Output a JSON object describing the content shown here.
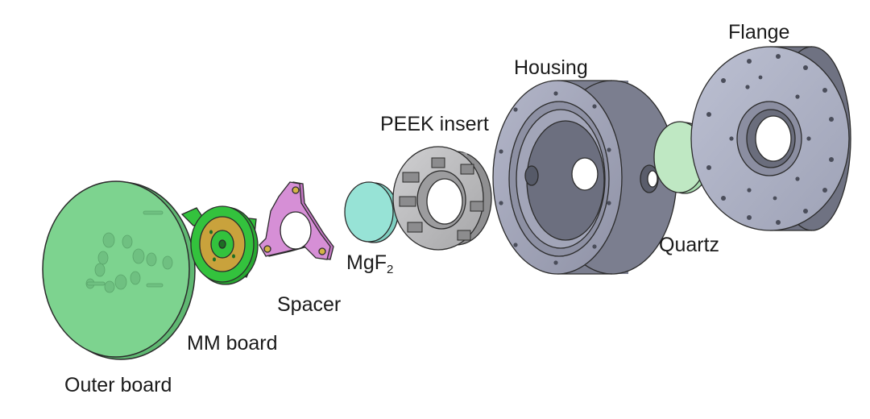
{
  "labels": {
    "outer_board": "Outer board",
    "mm_board": "MM board",
    "spacer": "Spacer",
    "mgf2_base": "MgF",
    "mgf2_sub": "2",
    "peek_insert": "PEEK insert",
    "housing": "Housing",
    "quartz": "Quartz",
    "flange": "Flange"
  },
  "colors": {
    "outer_board": "#7dd38f",
    "mm_board_green": "#33c23d",
    "mm_board_gold": "#c9a23c",
    "spacer": "#d68fd6",
    "mgf2": "#97e3d6",
    "peek": "#b9b9bb",
    "housing": "#9ea1b5",
    "quartz": "#bfe8c3",
    "flange": "#a8acc0",
    "outline": "#2b2b2b"
  }
}
